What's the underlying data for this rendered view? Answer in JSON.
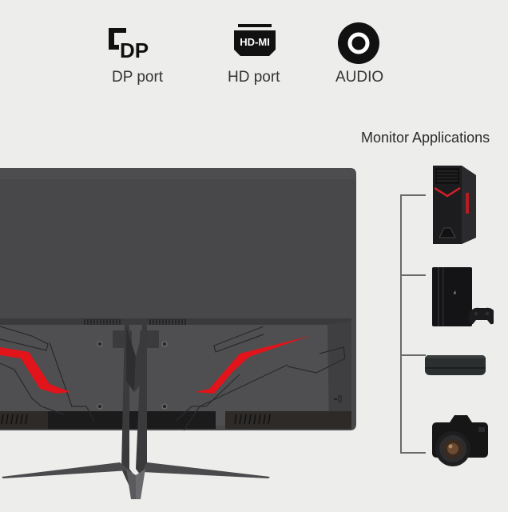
{
  "ports": [
    {
      "id": "dp",
      "icon": "displayport-icon",
      "icon_text": "DP",
      "label": "DP port"
    },
    {
      "id": "hdmi",
      "icon": "hdmi-icon",
      "icon_text": "HD-MI",
      "label": "HD port"
    },
    {
      "id": "audio",
      "icon": "audio-jack-icon",
      "label": "AUDIO"
    }
  ],
  "applications": {
    "title": "Monitor Applications",
    "devices": [
      {
        "name": "gaming-pc-tower",
        "icon": "desktop-tower-icon"
      },
      {
        "name": "game-console",
        "icon": "game-console-icon"
      },
      {
        "name": "tv-box",
        "icon": "media-box-icon"
      },
      {
        "name": "camera",
        "icon": "dslr-camera-icon"
      }
    ]
  },
  "colors": {
    "background": "#ededeb",
    "monitor_body": "#4a4a4c",
    "accent_red": "#e0141a",
    "text": "#2b2b2b",
    "connector_line": "#6b6b6b"
  }
}
